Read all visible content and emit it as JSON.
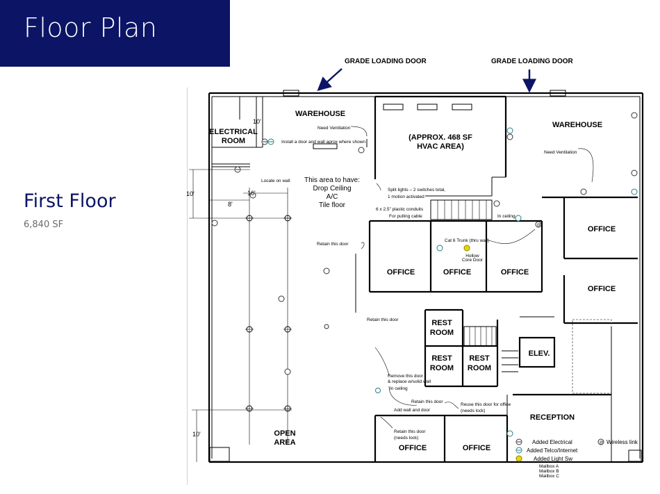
{
  "header": {
    "title": "Floor Plan"
  },
  "floor": {
    "name": "First Floor",
    "area": "6,840 SF"
  },
  "callouts": {
    "loading_door_1": "GRADE LOADING DOOR",
    "loading_door_2": "GRADE LOADING DOOR"
  },
  "rooms": {
    "warehouse_1": "WAREHOUSE",
    "electrical_1": "ELECTRICAL",
    "electrical_2": "ROOM",
    "hvac_1": "(APPROX. 468 SF",
    "hvac_2": "HVAC AREA)",
    "warehouse_2": "WAREHOUSE",
    "office_1": "OFFICE",
    "office_2": "OFFICE",
    "office_3": "OFFICE",
    "office_4": "OFFICE",
    "office_5": "OFFICE",
    "office_6": "OFFICE",
    "office_7": "OFFICE",
    "restroom_1a": "REST",
    "restroom_1b": "ROOM",
    "restroom_2a": "REST",
    "restroom_2b": "ROOM",
    "restroom_3a": "REST",
    "restroom_3b": "ROOM",
    "elevator": "ELEV.",
    "reception": "RECEPTION",
    "open_area_1": "OPEN",
    "open_area_2": "AREA"
  },
  "area_note": {
    "line1": "This area to have:",
    "line2": "Drop Ceiling",
    "line3": "A/C",
    "line4": "Tile floor"
  },
  "notes": {
    "need_ventilation_1": "Need Ventilation",
    "install_door": "Install a door and wall aprox where shown",
    "locate_on_wall": "Locate on wall",
    "split_lights_1": "Split lights – 2 switches total,",
    "split_lights_2": "1 motion activated",
    "conduits_1": "6 x 2.5\" plastic conduits",
    "conduits_2": "For pulling cable",
    "need_ventilation_2": "Need Ventilation",
    "in_ceiling_1": "In ceiling",
    "cat6": "Cat 6 Trunk (thru wall)",
    "hollow_core_1": "Hollow",
    "hollow_core_2": "Core Door",
    "retain_door_1": "Retain this door",
    "retain_door_2": "Retain this door",
    "remove_door_1": "Remove this door",
    "remove_door_2": "& replace w/solid wall",
    "in_ceiling_2": "In ceiling",
    "retain_door_3": "Retain this door",
    "add_wall_door": "Add wall and door",
    "reuse_door_1": "Reuse this door for office",
    "reuse_door_2": "(needs lock)",
    "retain_door_4a": "Retain this door",
    "retain_door_4b": "(needs lock)"
  },
  "dimensions": {
    "d10_top": "10'",
    "d16": "16'",
    "d8": "8'",
    "d10_bottom": "10'",
    "d10_small": "10'"
  },
  "legend": {
    "added_electrical": "Added Electrical",
    "added_telco": "Added Telco/Internet",
    "added_light_sw": "Added Light Sw",
    "wireless_link": "Wireless link",
    "mailbox_a": "Mailbox A",
    "mailbox_b": "Mailbox B",
    "mailbox_c": "Mailbox C"
  },
  "colors": {
    "header_bg": "#0c1466",
    "floor_name": "#0c1466",
    "icon_electrical": "#333333",
    "icon_telco": "#2a7a8a",
    "icon_light_sw": "#e8d800"
  }
}
